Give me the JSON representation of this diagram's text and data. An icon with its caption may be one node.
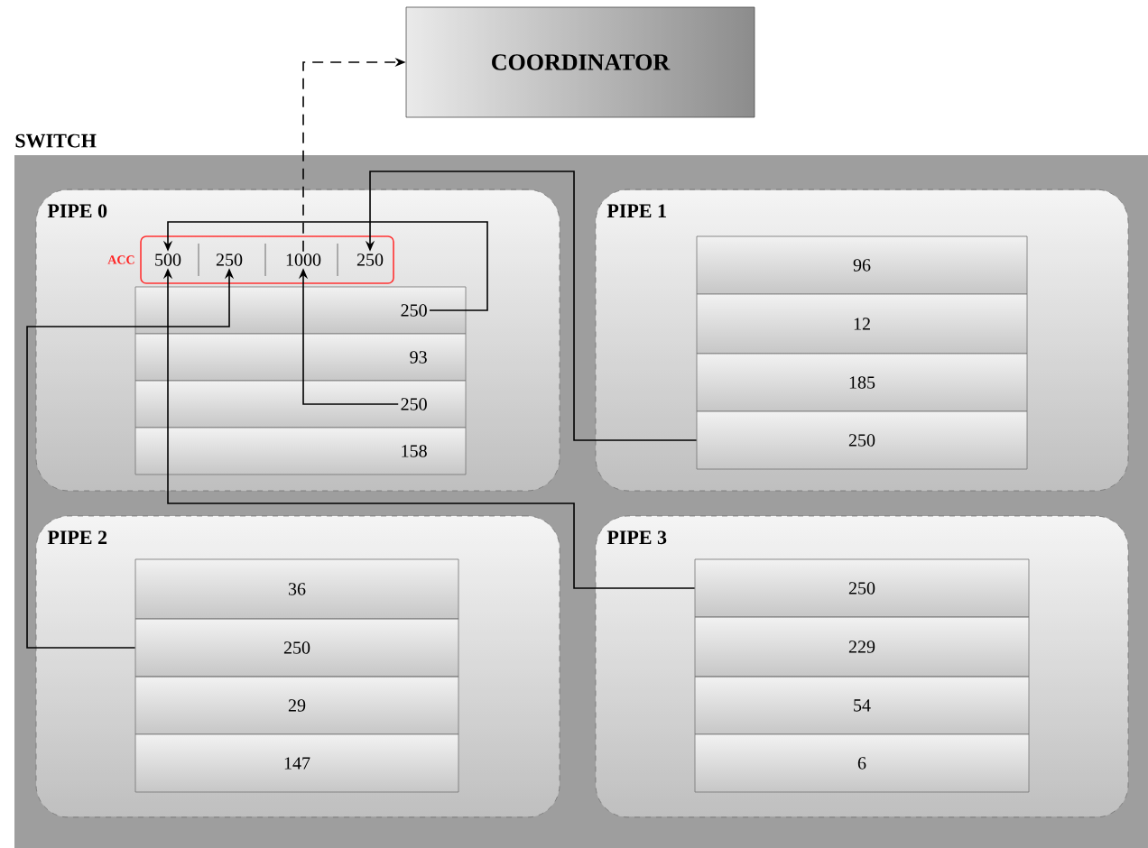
{
  "diagram": {
    "nodes": [
      {
        "text": [
          "COORDINATOR"
        ]
      },
      {
        "text": [
          "SWITCH"
        ]
      },
      {
        "text": [
          "PIPE 0"
        ],
        "in": 1
      },
      {
        "text": [],
        "shape": "box",
        "beside": [
          "ACC"
        ],
        "in": 2
      },
      {
        "text": [
          "500"
        ],
        "in": 3
      },
      {
        "text": [
          "250"
        ],
        "in": 3
      },
      {
        "text": [
          "1000"
        ],
        "in": 3
      },
      {
        "text": [
          "250"
        ],
        "in": 3
      },
      {
        "text": [
          "250"
        ],
        "in": 2
      },
      {
        "text": [
          "93"
        ],
        "in": 2
      },
      {
        "text": [
          "250"
        ],
        "in": 2
      },
      {
        "text": [
          "158"
        ],
        "in": 2
      },
      {
        "text": [
          "PIPE 1"
        ],
        "in": 1
      },
      {
        "text": [
          "96"
        ],
        "in": 12
      },
      {
        "text": [
          "12"
        ],
        "in": 12
      },
      {
        "text": [
          "185"
        ],
        "in": 12
      },
      {
        "text": [
          "250"
        ],
        "in": 12
      },
      {
        "text": [
          "PIPE 2"
        ],
        "in": 1
      },
      {
        "text": [
          "36"
        ],
        "in": 17
      },
      {
        "text": [
          "250"
        ],
        "in": 17
      },
      {
        "text": [
          "29"
        ],
        "in": 17
      },
      {
        "text": [
          "147"
        ],
        "in": 17
      },
      {
        "text": [
          "PIPE 3"
        ],
        "in": 1
      },
      {
        "text": [
          "250"
        ],
        "in": 22
      },
      {
        "text": [
          "229"
        ],
        "in": 22
      },
      {
        "text": [
          "54"
        ],
        "in": 22
      },
      {
        "text": [
          "6"
        ],
        "in": 22
      }
    ],
    "edges": [
      {
        "from": 6,
        "to": 0,
        "arrow": "to",
        "style": "dashed"
      },
      {
        "from": 8,
        "to": 4,
        "arrow": "to"
      },
      {
        "from": 16,
        "to": 7,
        "arrow": "to"
      },
      {
        "from": 10,
        "to": 6,
        "arrow": "to"
      },
      {
        "from": 19,
        "to": 5,
        "arrow": "to"
      },
      {
        "from": 23,
        "to": 4,
        "arrow": "to"
      }
    ]
  }
}
